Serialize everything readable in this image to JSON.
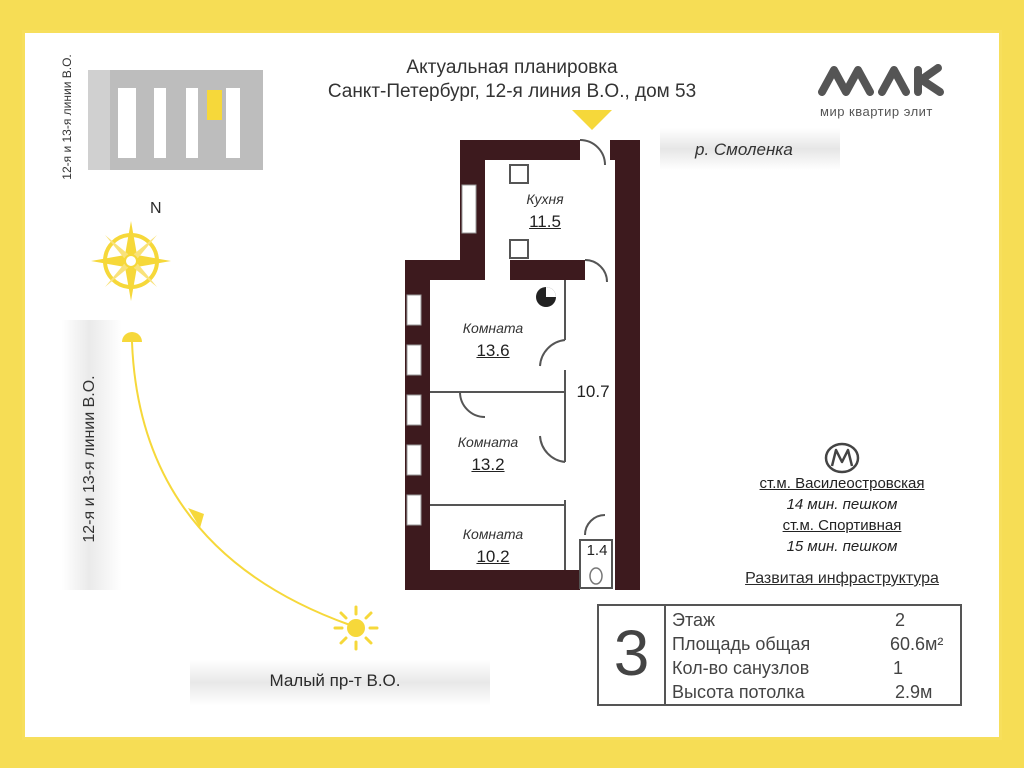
{
  "header": {
    "title_line1": "Актуальная планировка",
    "title_line2": "Санкт-Петербург, 12-я линия В.О., дом 53"
  },
  "logo": {
    "icon": "mk-logo-icon",
    "text": "мир квартир элит"
  },
  "streets": {
    "top_left_vertical": "12-я и 13-я линии В.О.",
    "left_vertical": "12-я и 13-я линии В.О.",
    "bottom": "Малый пр-т В.О.",
    "river": "р. Смоленка"
  },
  "compass": {
    "north_label": "N"
  },
  "rooms": [
    {
      "name": "Кухня",
      "area": "11.5"
    },
    {
      "name": "Комната",
      "area": "13.6"
    },
    {
      "name": "Комната",
      "area": "13.2"
    },
    {
      "name": "Комната",
      "area": "10.2"
    }
  ],
  "corridor_area": "10.7",
  "bathroom_area": "1.4",
  "metro": {
    "icon": "metro-icon",
    "station1": "ст.м. Василеостровская",
    "time1": "14 мин. пешком",
    "station2": "ст.м. Спортивная",
    "time2": "15 мин. пешком"
  },
  "infrastructure": "Развитая инфраструктура",
  "info": {
    "rooms_count": "3",
    "rows": [
      {
        "label": "Этаж",
        "value": "2"
      },
      {
        "label": "Площадь общая",
        "value": "60.6м²"
      },
      {
        "label": "Кол-во санузлов",
        "value": "1"
      },
      {
        "label": "Высота потолка",
        "value": "2.9м"
      }
    ]
  },
  "colors": {
    "accent": "#f6d83a",
    "wall": "#3d1a1e",
    "background": "#f6dd55"
  }
}
